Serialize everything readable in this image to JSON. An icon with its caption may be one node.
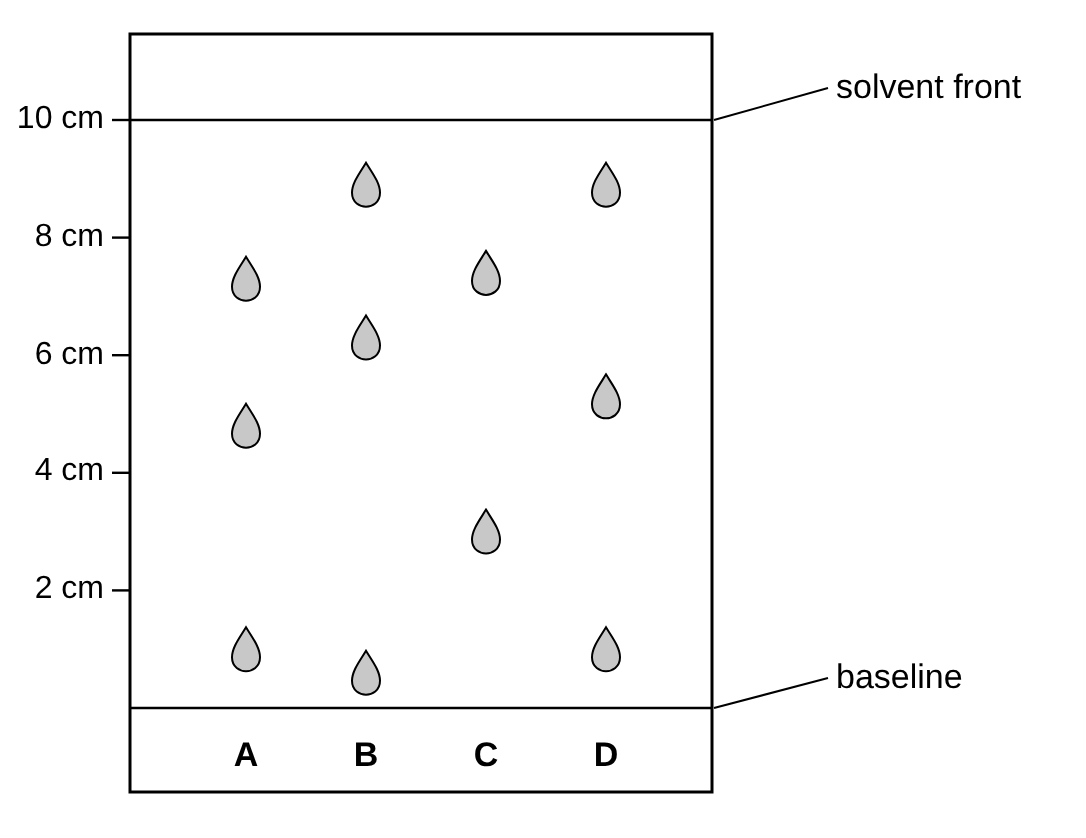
{
  "diagram": {
    "nodes": [
      {
        "text": [
          "solvent front"
        ]
      },
      {
        "text": [
          "baseline"
        ]
      }
    ],
    "edges": [
      {
        "from": 0,
        "to": null,
        "arrow": "none"
      },
      {
        "from": 1,
        "to": null,
        "arrow": "none"
      }
    ],
    "labels": [
      "10 cm",
      "8 cm",
      "6 cm",
      "4 cm",
      "2 cm",
      "A",
      "B",
      "C",
      "D"
    ]
  }
}
